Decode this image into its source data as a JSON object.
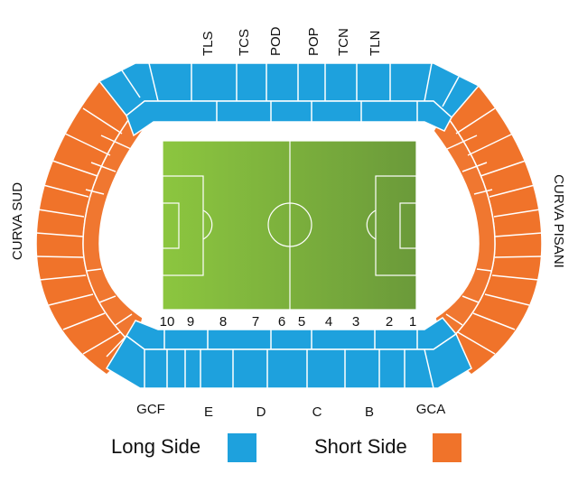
{
  "top_labels": [
    "TLS",
    "TCS",
    "POD",
    "POP",
    "TCN",
    "TLN"
  ],
  "bottom_labels": [
    "GCF",
    "E",
    "D",
    "C",
    "B",
    "GCA"
  ],
  "row_numbers": [
    "10",
    "9",
    "8",
    "7",
    "6",
    "5",
    "4",
    "3",
    "2",
    "1"
  ],
  "left_label": "CURVA SUD",
  "right_label": "CURVA PISANI",
  "legend": {
    "long_label": "Long Side",
    "short_label": "Short Side",
    "long_color": "#1ea1dd",
    "short_color": "#f0732a"
  },
  "colors": {
    "pitch_light": "#8cc63f",
    "pitch_dark": "#6b9a3a",
    "pitch_lines": "#ffffff",
    "seat_lines": "#ffffff"
  }
}
